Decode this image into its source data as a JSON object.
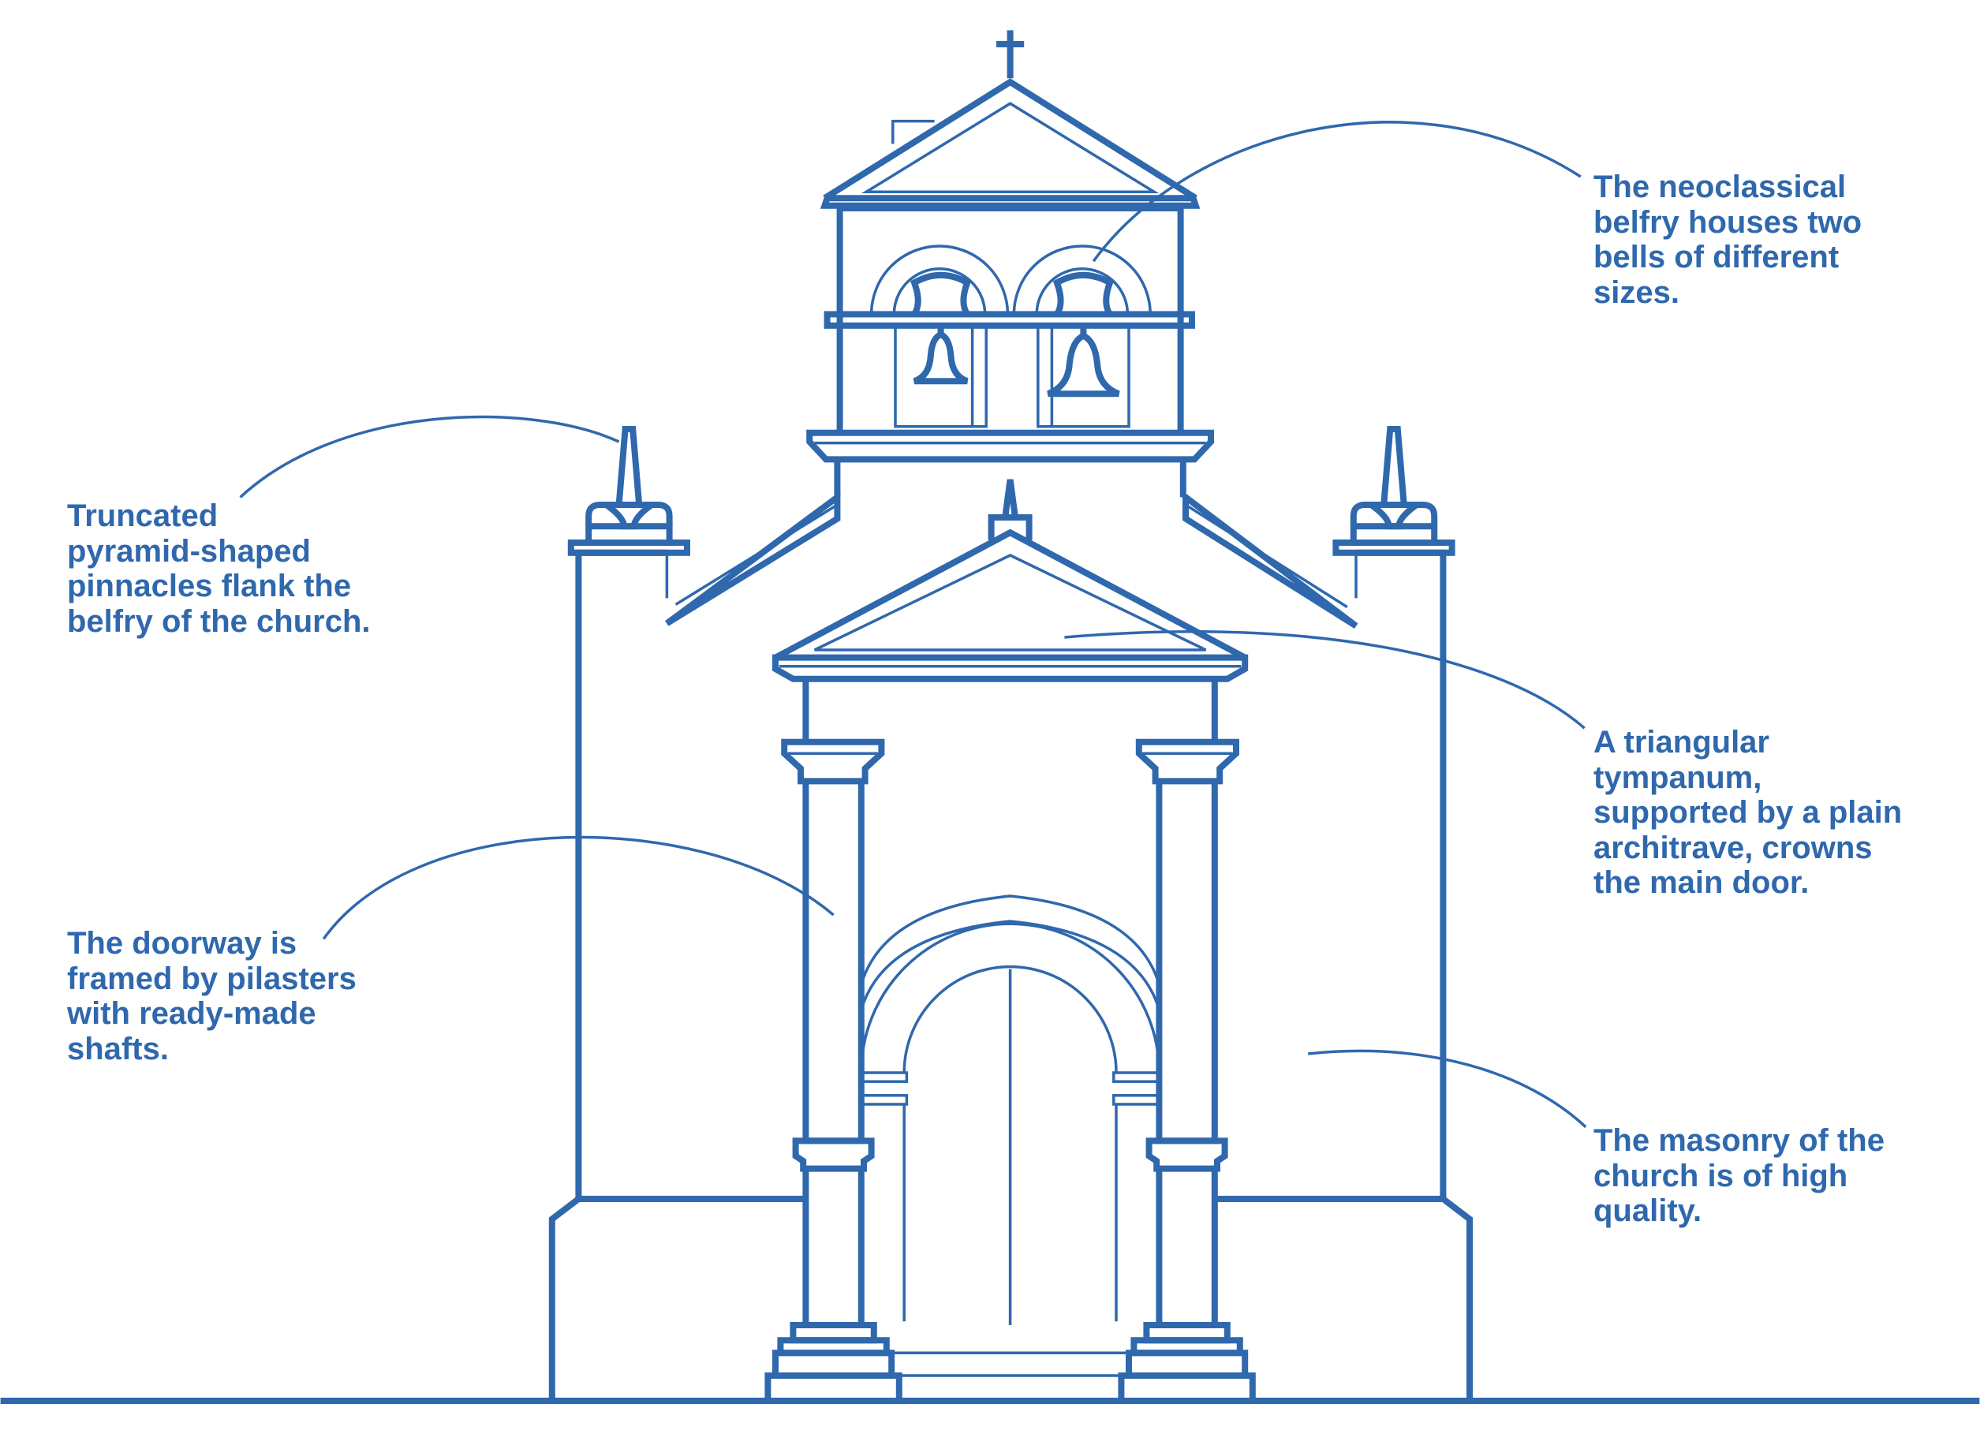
{
  "annotations": {
    "belfry": "The neoclassical\nbelfry houses two\nbells of different\nsizes.",
    "pinnacles": "Truncated\npyramid-shaped\npinnacles flank the\nbelfry of the church.",
    "tympanum": "A triangular\ntympanum,\nsupported by a plain\narchitrave, crowns\nthe main door.",
    "doorway": "The doorway is\nframed by pilasters\nwith ready-made\nshafts.",
    "masonry": "The masonry of the\nchurch is of high\nquality."
  },
  "colors": {
    "line": "#2f68ad",
    "text": "#2f68ad",
    "background": "#ffffff"
  }
}
